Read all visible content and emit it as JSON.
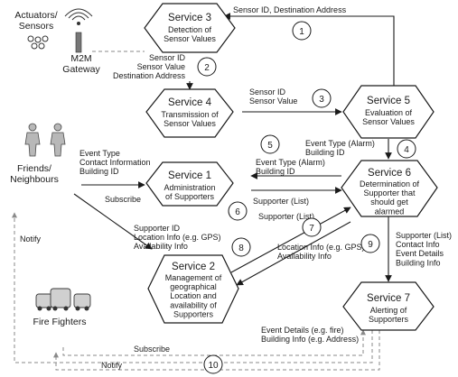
{
  "actors": {
    "sensors": "Actuators/\nSensors",
    "gateway": "M2M\nGateway",
    "neighbours": "Friends/\nNeighbours",
    "firefighters": "Fire Fighters"
  },
  "services": [
    {
      "id": "s3",
      "title": "Service 3",
      "desc": "Detection of\nSensor Values"
    },
    {
      "id": "s4",
      "title": "Service 4",
      "desc": "Transmission of\nSensor Values"
    },
    {
      "id": "s5",
      "title": "Service 5",
      "desc": "Evaluation of\nSensor Values"
    },
    {
      "id": "s1",
      "title": "Service 1",
      "desc": "Administration\nof Supporters"
    },
    {
      "id": "s6",
      "title": "Service 6",
      "desc": "Determination of\nSupporter that\nshould get\nalarmed"
    },
    {
      "id": "s2",
      "title": "Service 2",
      "desc": "Management of\ngeographical\nLocation and\navailability of\nSupporters"
    },
    {
      "id": "s7",
      "title": "Service 7",
      "desc": "Alerting of\nSupporters"
    }
  ],
  "flows": [
    {
      "id": "f1",
      "label": "Sensor ID, Destination Address"
    },
    {
      "id": "f2",
      "label": "Sensor ID\nSensor Value\nDestination Address"
    },
    {
      "id": "f3",
      "label": "Sensor ID\nSensor Value"
    },
    {
      "id": "f4",
      "label": "Event Type (Alarm)\nBuilding ID"
    },
    {
      "id": "f5",
      "label": "Event Type (Alarm)\nBuilding ID"
    },
    {
      "id": "f6",
      "label": "Supporter (List)"
    },
    {
      "id": "f6b",
      "label": "Supporter (List)"
    },
    {
      "id": "f7",
      "label": "Location Info (e.g. GPS)\nAvailability Info"
    },
    {
      "id": "f8",
      "label": "Supporter ID\nLocation Info (e.g. GPS)\nAvailability Info"
    },
    {
      "id": "f9",
      "label": "Supporter (List)\nContact Info\nEvent Details\nBuilding Info"
    },
    {
      "id": "f10",
      "label": "Event Details (e.g. fire)\nBuilding Info (e.g. Address)"
    },
    {
      "id": "fevent",
      "label": "Event Type\nContact Information\nBuilding ID"
    },
    {
      "id": "fsubscribe",
      "label": "Subscribe"
    },
    {
      "id": "fnotify",
      "label": "Notify"
    },
    {
      "id": "fsubscribe2",
      "label": "Subscribe"
    },
    {
      "id": "fnotify2",
      "label": "Notify"
    }
  ],
  "numbers": [
    "1",
    "2",
    "3",
    "4",
    "5",
    "6",
    "7",
    "8",
    "9",
    "10"
  ]
}
